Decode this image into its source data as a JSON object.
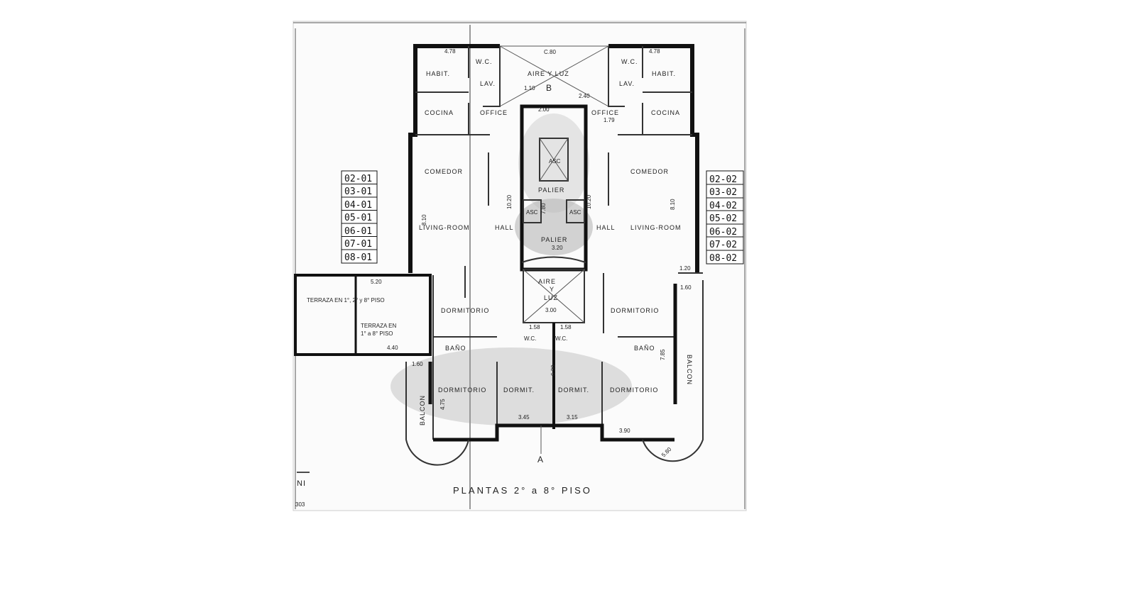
{
  "plan": {
    "title": "PLANTAS 2° a 8° PISO",
    "north_mark": "NI",
    "sheet_number": "303",
    "section_marks": [
      "A",
      "B"
    ],
    "units_left": [
      "02-01",
      "03-01",
      "04-01",
      "05-01",
      "06-01",
      "07-01",
      "08-01"
    ],
    "units_right": [
      "02-02",
      "03-02",
      "04-02",
      "05-02",
      "06-02",
      "07-02",
      "08-02"
    ],
    "rooms": {
      "habit_left": "HABIT.",
      "habit_right": "HABIT.",
      "wc_left": "W.C.",
      "wc_right": "W.C.",
      "lav_left": "LAV.",
      "lav_right": "LAV.",
      "cocina_left": "COCINA",
      "cocina_right": "COCINA",
      "office_left": "OFFICE",
      "office_right": "OFFICE",
      "aire_luz_top": "AIRE Y LUZ",
      "comedor_left": "COMEDOR",
      "comedor_right": "COMEDOR",
      "palier_top": "PALIER",
      "palier_bottom": "PALIER",
      "asc_center": "ASC",
      "asc_left": "ASC",
      "asc_right": "ASC",
      "living_left": "LIVING-ROOM",
      "living_right": "LIVING-ROOM",
      "hall_left": "HALL",
      "hall_right": "HALL",
      "aire_luz_bottom_1": "AIRE",
      "aire_luz_bottom_2": "Y",
      "aire_luz_bottom_3": "LUZ",
      "dormitorio_mid_left": "DORMITORIO",
      "dormitorio_mid_right": "DORMITORIO",
      "terraza_1": "TERRAZA EN 1°, 2° y 8° PISO",
      "terraza_2a": "TERRAZA EN",
      "terraza_2b": "1° a 8° PISO",
      "wc_center_left": "W.C.",
      "wc_center_right": "W.C.",
      "bano_left": "BAÑO",
      "bano_right": "BAÑO",
      "dormitorio_bottom_left": "DORMITORIO",
      "dormit_center_left": "DORMIT.",
      "dormit_center_right": "DORMIT.",
      "dormitorio_bottom_right": "DORMITORIO",
      "balcon_left": "BALCON",
      "balcon_right": "BALCON"
    },
    "dimensions": {
      "d478_left": "4.78",
      "d478_right": "4.78",
      "c80": "C.80",
      "d110": "1.10",
      "d240": "2.40",
      "d200": "2.00",
      "d179": "1.79",
      "d810_left": "8.10",
      "d810_right": "8.10",
      "d1020_left": "10.20",
      "d1020_right": "10.20",
      "d780": "7.80",
      "d320": "3.20",
      "d300": "3.00",
      "d520": "5.20",
      "d440": "4.40",
      "d158_left": "1.58",
      "d158_right": "1.58",
      "d160_left": "1.60",
      "d160_right": "1.60",
      "d120": "1.20",
      "d345": "3.45",
      "d315": "3.15",
      "d390": "3.90",
      "d475": "4.75",
      "d785": "7.85",
      "d630": "6.30",
      "d580": "5.80"
    }
  }
}
